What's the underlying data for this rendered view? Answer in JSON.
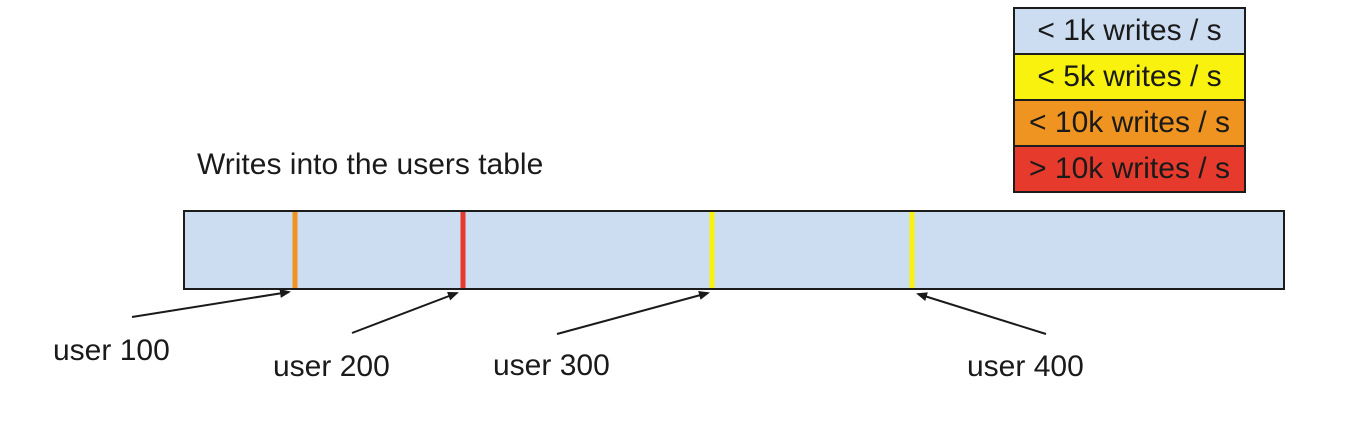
{
  "diagram": {
    "title": "Writes into the users table",
    "legend": {
      "items": [
        {
          "label": "< 1k writes / s",
          "color": "#ccddf1"
        },
        {
          "label": "< 5k writes / s",
          "color": "#f9f20e"
        },
        {
          "label": "< 10k writes / s",
          "color": "#ef9420"
        },
        {
          "label": "> 10k writes / s",
          "color": "#e63b2c"
        }
      ]
    },
    "bar": {
      "fill": "#ccddf1",
      "border_color": "#1c1c1c",
      "markers": [
        {
          "label": "user 100",
          "color": "#ef9420",
          "x_percent": 10.0
        },
        {
          "label": "user 200",
          "color": "#e63b2c",
          "x_percent": 25.3
        },
        {
          "label": "user 300",
          "color": "#f9f20e",
          "x_percent": 48.0
        },
        {
          "label": "user 400",
          "color": "#f9f20e",
          "x_percent": 66.2
        }
      ]
    }
  }
}
